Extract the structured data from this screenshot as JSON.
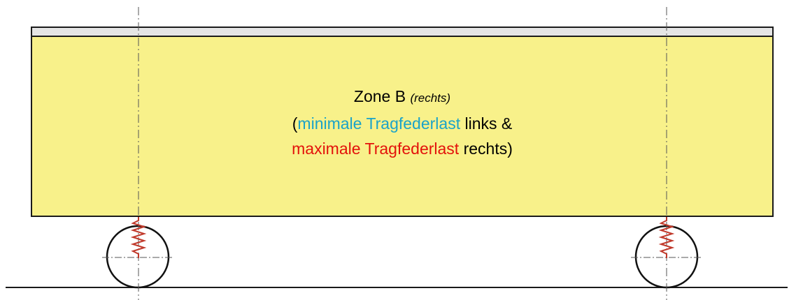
{
  "zone_label": {
    "title": "Zone B",
    "title_suffix": "(rechts)",
    "line2_open": "(",
    "line2_min": "minimale",
    "line2_term": "Tragfederlast",
    "line2_rest": "links &",
    "line3_max": "maximale",
    "line3_term": "Tragfederlast",
    "line3_rest": "rechts)"
  },
  "colors": {
    "body_fill": "#f8f18a",
    "top_strip": "#e5e5e5",
    "outline": "#1a1a1a",
    "spring": "#c0392b",
    "min_text": "#1aa3c9",
    "max_text": "#e3120b",
    "axis_line": "#555555"
  }
}
